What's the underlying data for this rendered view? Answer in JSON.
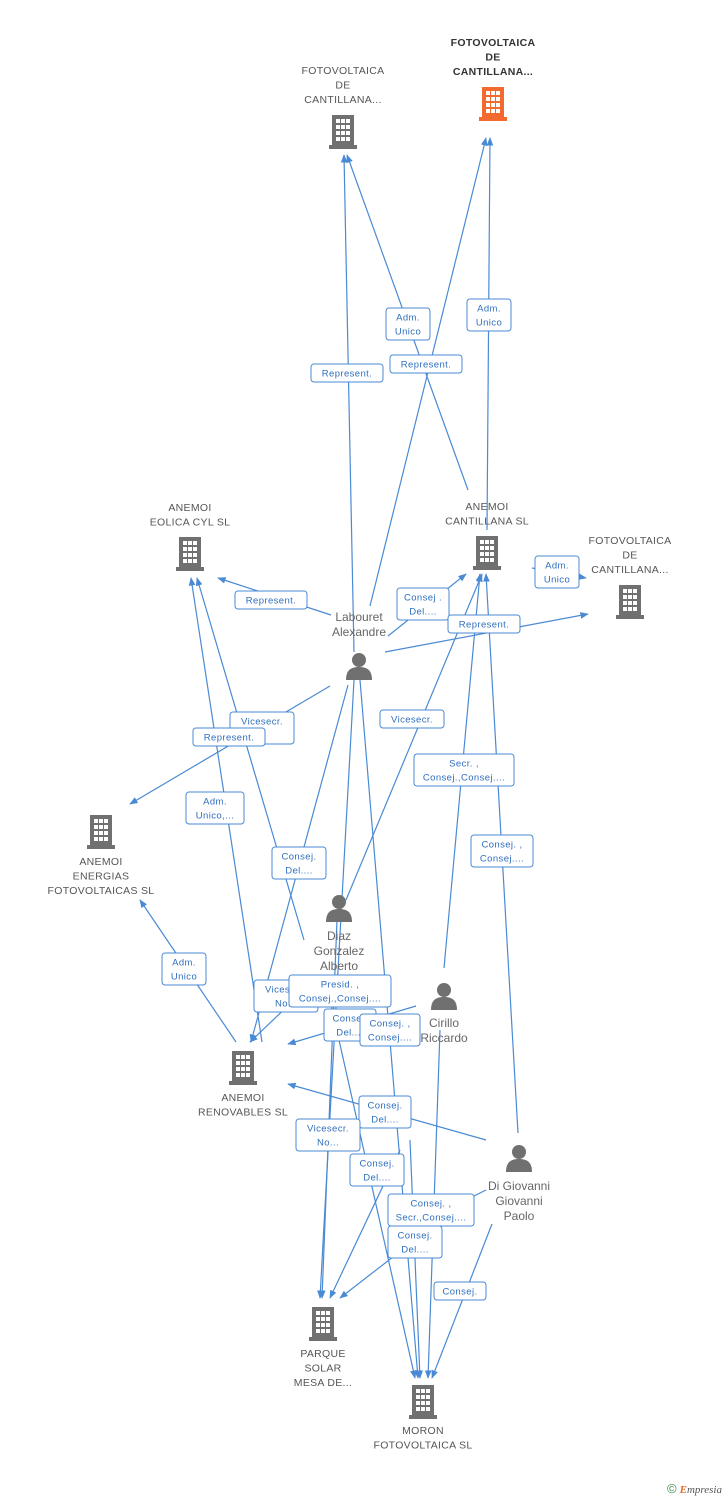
{
  "colors": {
    "edge": "#4a8ad4",
    "company": "#707070",
    "main_company": "#f26a30",
    "person": "#707070"
  },
  "companies": [
    {
      "id": "c1",
      "lines": [
        "FOTOVOLTAICA",
        "DE",
        "CANTILLANA..."
      ],
      "main": false
    },
    {
      "id": "c2",
      "lines": [
        "FOTOVOLTAICA",
        "DE",
        "CANTILLANA..."
      ],
      "main": true
    },
    {
      "id": "c3",
      "lines": [
        "ANEMOI",
        "EOLICA CYL  SL"
      ],
      "main": false
    },
    {
      "id": "c4",
      "lines": [
        "ANEMOI",
        "CANTILLANA SL"
      ],
      "main": false
    },
    {
      "id": "c5",
      "lines": [
        "FOTOVOLTAICA",
        "DE",
        "CANTILLANA..."
      ],
      "main": false
    },
    {
      "id": "c6",
      "lines": [
        "ANEMOI",
        "ENERGIAS",
        "FOTOVOLTAICAS SL"
      ],
      "main": false
    },
    {
      "id": "c7",
      "lines": [
        "ANEMOI",
        "RENOVABLES SL"
      ],
      "main": false
    },
    {
      "id": "c8",
      "lines": [
        "PARQUE",
        "SOLAR",
        "MESA DE..."
      ],
      "main": false
    },
    {
      "id": "c9",
      "lines": [
        "MORON",
        "FOTOVOLTAICA SL"
      ],
      "main": false
    }
  ],
  "persons": [
    {
      "id": "p1",
      "lines": [
        "Labouret",
        "Alexandre"
      ]
    },
    {
      "id": "p2",
      "lines": [
        "Diaz",
        "Gonzalez",
        "Alberto"
      ]
    },
    {
      "id": "p3",
      "lines": [
        "Cirillo",
        "Riccardo"
      ]
    },
    {
      "id": "p4",
      "lines": [
        "Di Giovanni",
        "Giovanni",
        "Paolo"
      ]
    }
  ],
  "edge_labels": [
    {
      "id": "e1",
      "lines": [
        "Represent."
      ]
    },
    {
      "id": "e2",
      "lines": [
        "Adm.",
        "Unico"
      ]
    },
    {
      "id": "e3",
      "lines": [
        "Represent."
      ]
    },
    {
      "id": "e4",
      "lines": [
        "Adm.",
        "Unico"
      ]
    },
    {
      "id": "e5",
      "lines": [
        "Represent."
      ]
    },
    {
      "id": "e6",
      "lines": [
        "Consej .",
        "Del...."
      ]
    },
    {
      "id": "e7",
      "lines": [
        "Adm.",
        "Unico"
      ]
    },
    {
      "id": "e8",
      "lines": [
        "Represent."
      ]
    },
    {
      "id": "e9",
      "lines": [
        "Vicesecr.",
        "..."
      ]
    },
    {
      "id": "e10",
      "lines": [
        "Represent."
      ]
    },
    {
      "id": "e11",
      "lines": [
        "Vicesecr."
      ]
    },
    {
      "id": "e12",
      "lines": [
        "Secr. ,",
        "Consej.,Consej...."
      ]
    },
    {
      "id": "e13",
      "lines": [
        "Adm.",
        "Unico,..."
      ]
    },
    {
      "id": "e14",
      "lines": [
        "Consej.",
        "Del...."
      ]
    },
    {
      "id": "e15",
      "lines": [
        "Consej. ,",
        "Consej...."
      ]
    },
    {
      "id": "e16",
      "lines": [
        "Adm.",
        "Unico"
      ]
    },
    {
      "id": "e17",
      "lines": [
        "Vicesecr.",
        "No..."
      ]
    },
    {
      "id": "e18",
      "lines": [
        "Presid. ,",
        "Consej.,Consej...."
      ]
    },
    {
      "id": "e19",
      "lines": [
        "Consej.",
        "Del...."
      ]
    },
    {
      "id": "e20",
      "lines": [
        "Consej. ,",
        "Consej...."
      ]
    },
    {
      "id": "e21",
      "lines": [
        "Consej.",
        "Del...."
      ]
    },
    {
      "id": "e22",
      "lines": [
        "Vicesecr.",
        "No..."
      ]
    },
    {
      "id": "e23",
      "lines": [
        "Consej.",
        "Del...."
      ]
    },
    {
      "id": "e24",
      "lines": [
        "Consej. ,",
        "Secr.,Consej...."
      ]
    },
    {
      "id": "e25",
      "lines": [
        "Consej.",
        "Del...."
      ]
    },
    {
      "id": "e26",
      "lines": [
        "Consej."
      ]
    }
  ],
  "copyright": {
    "symbol": "©",
    "brand_initial": "E",
    "brand_rest": "mpresia"
  }
}
